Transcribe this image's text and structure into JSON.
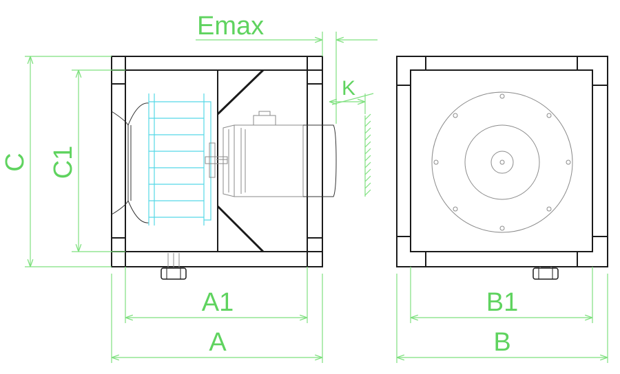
{
  "labels": {
    "emax": "Emax",
    "k": "K",
    "c": "C",
    "c1": "C1",
    "a1": "A1",
    "a": "A",
    "b1": "B1",
    "b": "B"
  },
  "colors": {
    "dimension": "#7ee07e",
    "label": "#5fd35f",
    "impeller": "#55d8e6",
    "outline": "#1a1a1a"
  }
}
